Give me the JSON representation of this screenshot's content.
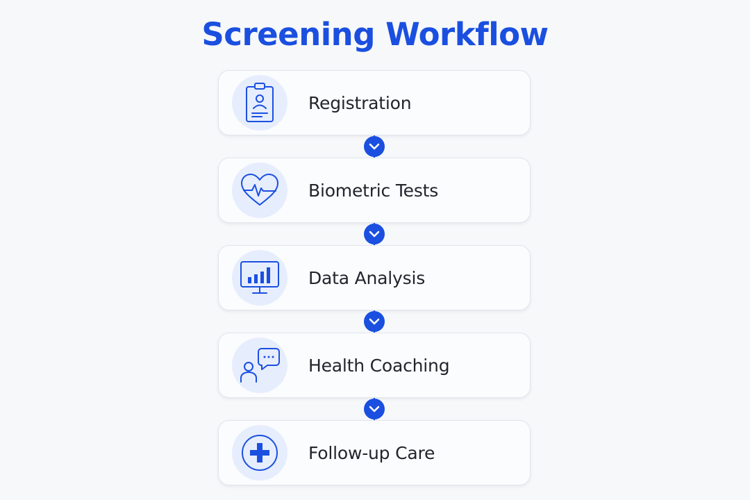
{
  "title": "Screening Workflow",
  "colors": {
    "accent": "#1a4fe0",
    "icon_bg": "#e6edfd",
    "card_bg": "#fbfcfe",
    "text": "#22252c",
    "page_bg": "#f7f8fa"
  },
  "steps": [
    {
      "label": "Registration",
      "icon": "clipboard-user-icon"
    },
    {
      "label": "Biometric Tests",
      "icon": "heart-pulse-icon"
    },
    {
      "label": "Data Analysis",
      "icon": "monitor-chart-icon"
    },
    {
      "label": "Health Coaching",
      "icon": "person-chat-icon"
    },
    {
      "label": "Follow-up Care",
      "icon": "medical-cross-icon"
    }
  ],
  "connector_icon": "chevron-down-icon"
}
